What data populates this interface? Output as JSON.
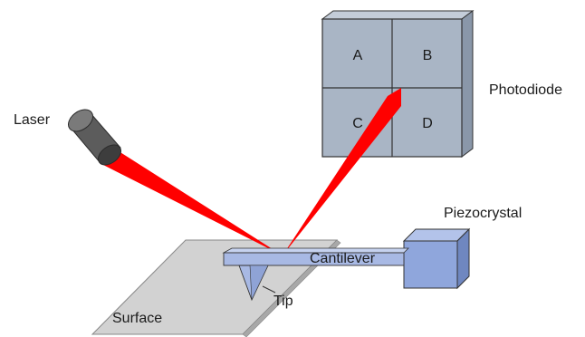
{
  "labels": {
    "laser": "Laser",
    "photodiode": "Photodiode",
    "piezocrystal": "Piezocrystal",
    "cantilever": "Cantilever",
    "tip": "Tip",
    "surface": "Surface"
  },
  "photodiode_quadrants": [
    "A",
    "B",
    "C",
    "D"
  ],
  "colors": {
    "laser_beam": "#ff0000",
    "laser_body": "#5a5a5a",
    "photodiode_face": "#a9b5c5",
    "photodiode_side": "#8a97a9",
    "piezo_front": "#8fa6dc",
    "piezo_side": "#6f87c0",
    "cantilever": "#a8b9e4",
    "surface": "#d2d2d2",
    "outline": "#333333"
  }
}
